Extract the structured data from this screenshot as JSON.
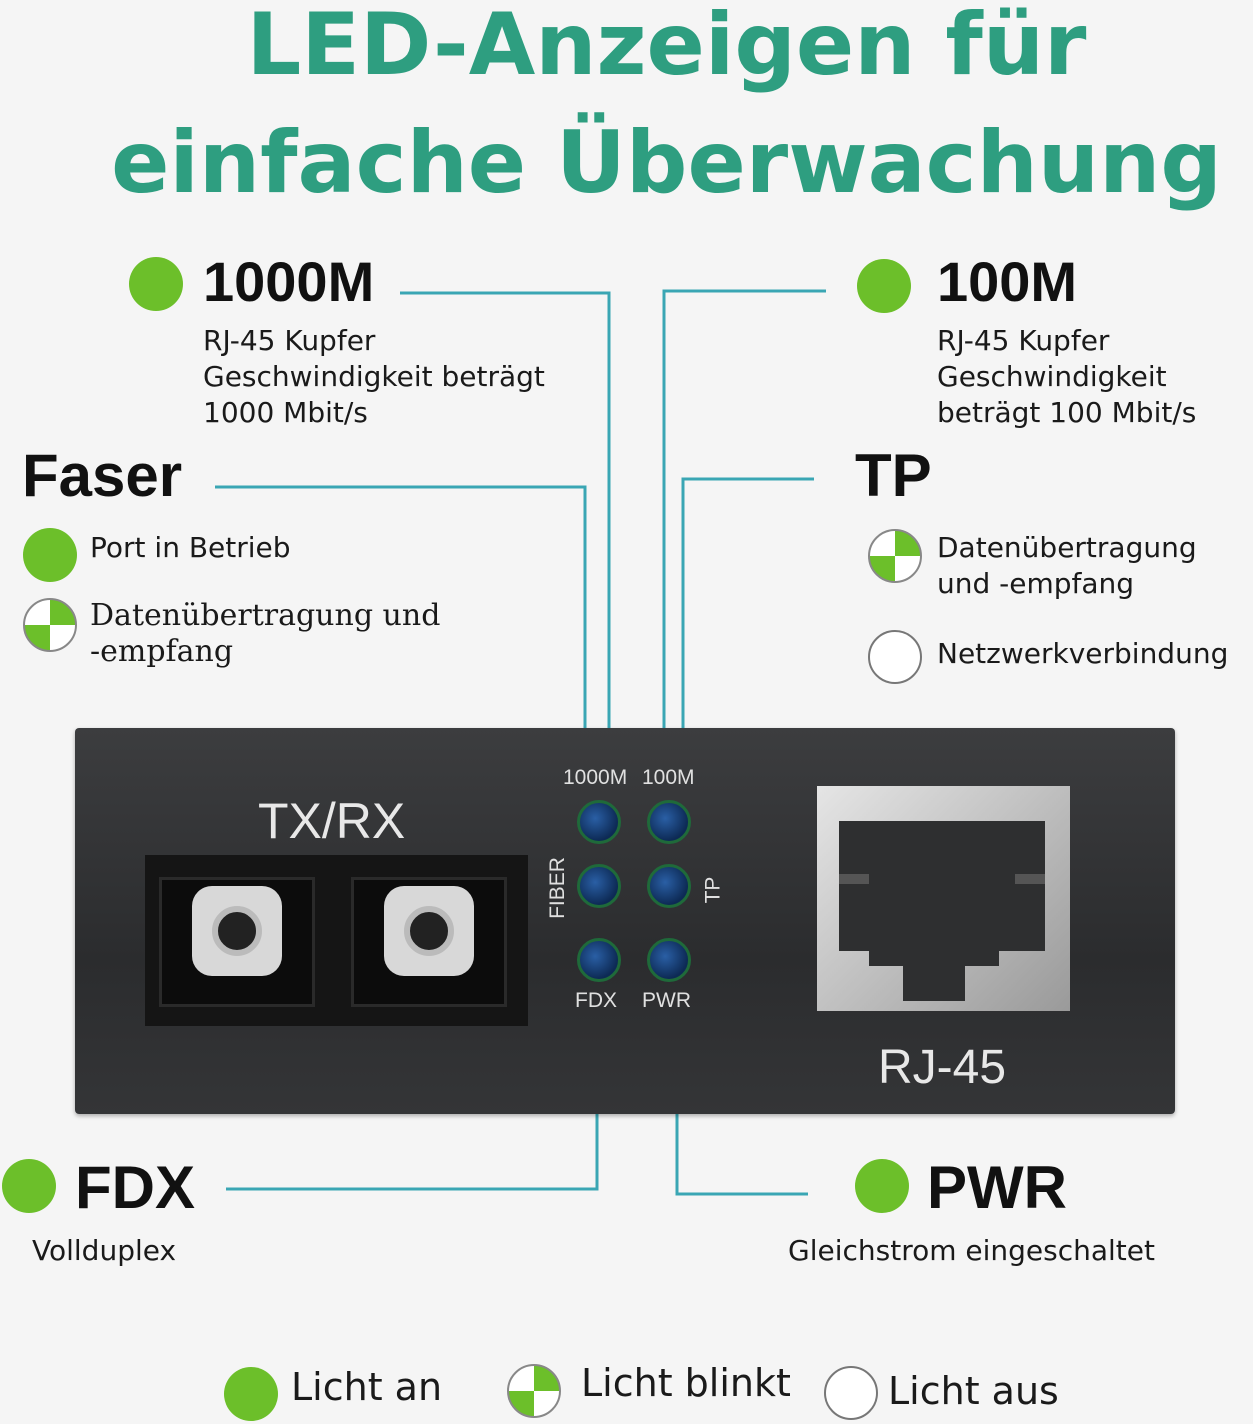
{
  "title": {
    "line1": "LED-Anzeigen für",
    "line2": "einfache Überwachung"
  },
  "legend": {
    "m1000": {
      "title": "1000M",
      "desc": [
        "RJ-45 Kupfer",
        "Geschwindigkeit beträgt",
        "1000 Mbit/s"
      ]
    },
    "m100": {
      "title": "100M",
      "desc": [
        "RJ-45 Kupfer",
        "Geschwindigkeit",
        "beträgt 100 Mbit/s"
      ]
    },
    "faser": {
      "title": "Faser",
      "item1": "Port in Betrieb",
      "item2a": "Datenübertragung und",
      "item2b": "-empfang"
    },
    "tp": {
      "title": "TP",
      "item1a": "Datenübertragung",
      "item1b": "und -empfang",
      "item2": "Netzwerkverbindung"
    },
    "fdx": {
      "title": "FDX",
      "desc": "Vollduplex"
    },
    "pwr": {
      "title": "PWR",
      "desc": "Gleichstrom eingeschaltet"
    }
  },
  "device": {
    "sc_label": "TX/RX",
    "rj_label": "RJ-45",
    "led_labels": {
      "m1000": "1000M",
      "m100": "100M",
      "fiber": "FIBER",
      "tp": "TP",
      "fdx": "FDX",
      "pwr": "PWR"
    }
  },
  "key": {
    "on": "Licht an",
    "blink": "Licht blinkt",
    "off": "Licht aus"
  },
  "colors": {
    "title": "#2e9e80",
    "led_on": "#6cbf2a",
    "line": "#3aa6b4"
  },
  "icons": [
    "status-on-dot",
    "status-blink-dot",
    "status-off-dot"
  ]
}
